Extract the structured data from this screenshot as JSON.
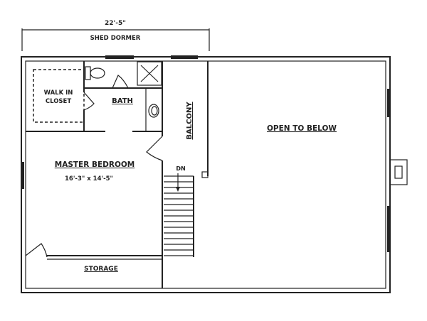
{
  "dimension": {
    "width": "22'-5\"",
    "label": "SHED DORMER"
  },
  "rooms": {
    "walk_in_closet": [
      "WALK IN",
      "CLOSET"
    ],
    "bath": "BATH",
    "balcony": "BALCONY",
    "open_to_below": "OPEN TO BELOW",
    "master_bedroom": {
      "name": "MASTER BEDROOM",
      "size": "16'-3\" x 14'-5\""
    },
    "storage": "STORAGE"
  },
  "stairs": {
    "direction": "DN"
  }
}
